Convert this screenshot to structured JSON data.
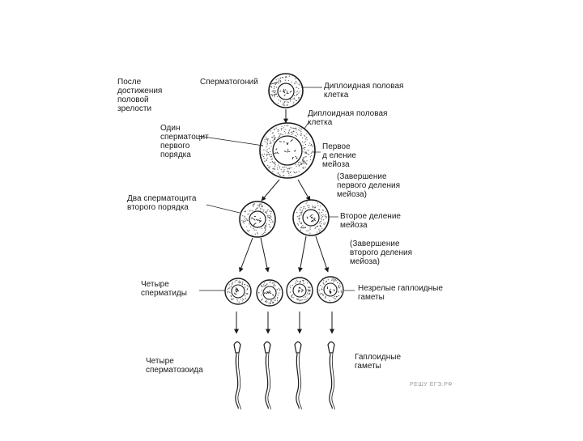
{
  "labels": {
    "after_maturity": "После\nдостижения\nполовой\nзрелости",
    "spermatogonium": "Сперматогоний",
    "diploid_cell_1": "Диплоидная половая\nклетка",
    "diploid_cell_2": "Диплоидная половая\nклетка",
    "primary_spermatocyte": "Один\nсперматоцит\nпервого\nпорядка",
    "first_division": "Первое\nд еление\nмейоза",
    "completion_first": "(Завершение\nпервого деления\nмейоза)",
    "secondary_spermatocytes": "Два сперматоцита\nвторого порядка",
    "second_division": "Второе деление\nмейоза",
    "completion_second": "(Завершение\nвторого деления\nмейоза)",
    "four_spermatids": "Четыре\nсперматиды",
    "immature_gametes": "Незрелые гаплоидные\nгаметы",
    "four_spermatozoa": "Четыре\nсперматозоида",
    "haploid_gametes": "Гаплоидные\nгаметы"
  },
  "watermark": "РЕШУ ЕГЭ.РФ",
  "colors": {
    "ink": "#1a1a1a",
    "cell_fill": "#ffffff",
    "stipple": "#555555"
  }
}
